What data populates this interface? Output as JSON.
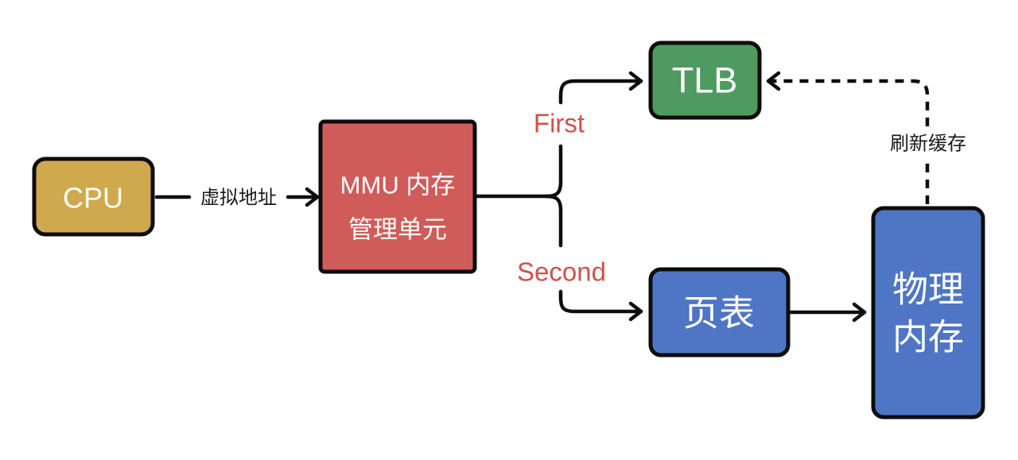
{
  "diagram": {
    "nodes": {
      "cpu": {
        "label": "CPU",
        "fill": "#D0A94E"
      },
      "mmu": {
        "line1": "MMU 内存",
        "line2": "管理单元",
        "fill": "#D05C5A"
      },
      "tlb": {
        "label": "TLB",
        "fill": "#4F9A60"
      },
      "page_table": {
        "label": "页表",
        "fill": "#4F76C5"
      },
      "physical_memory": {
        "line1": "物理",
        "line2": "内存",
        "fill": "#4F76C5"
      }
    },
    "labels": {
      "virtual_address": "虚拟地址",
      "first": "First",
      "second": "Second",
      "refresh_cache": "刷新缓存"
    },
    "colors": {
      "node_label": "#ffffff",
      "branch_label": "#D0504C",
      "edge_label": "#1a1a1a",
      "stroke": "#0d0d0d",
      "background": "#ffffff"
    }
  }
}
